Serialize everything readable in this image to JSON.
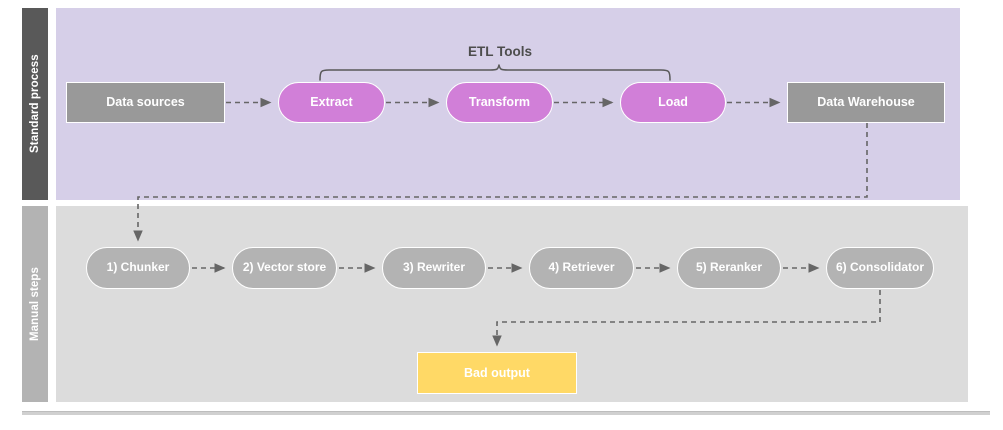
{
  "diagram": {
    "title": "ETL and manual RAG pipeline swimlane diagram",
    "colors": {
      "lane_standard_band": "#d6cfe8",
      "lane_standard_tab": "#595959",
      "lane_manual_band": "#dcdcdc",
      "lane_manual_tab": "#b3b3b3",
      "node_gray_rect": "#999999",
      "node_pink_pill": "#d17fd8",
      "node_gray_pill": "#b3b3b3",
      "node_yellow_rect": "#ffd966",
      "connector": "#666666",
      "bracket": "#595959",
      "node_text": "#ffffff",
      "label_text": "#4d4d4d"
    },
    "lanes": [
      {
        "id": "standard",
        "label": "Standard process"
      },
      {
        "id": "manual",
        "label": "Manual steps"
      }
    ],
    "annotations": {
      "bracket_label": "ETL Tools"
    },
    "nodes": {
      "standard": [
        {
          "id": "data-sources",
          "label": "Data sources",
          "shape": "rect",
          "fill": "#999999"
        },
        {
          "id": "extract",
          "label": "Extract",
          "shape": "pill",
          "fill": "#d17fd8"
        },
        {
          "id": "transform",
          "label": "Transform",
          "shape": "pill",
          "fill": "#d17fd8"
        },
        {
          "id": "load",
          "label": "Load",
          "shape": "pill",
          "fill": "#d17fd8"
        },
        {
          "id": "data-warehouse",
          "label": "Data Warehouse",
          "shape": "rect",
          "fill": "#999999"
        }
      ],
      "manual": [
        {
          "id": "chunker",
          "label": "1) Chunker",
          "shape": "pill",
          "fill": "#b3b3b3"
        },
        {
          "id": "vector-store",
          "label": "2) Vector store",
          "shape": "pill",
          "fill": "#b3b3b3"
        },
        {
          "id": "rewriter",
          "label": "3) Rewriter",
          "shape": "pill",
          "fill": "#b3b3b3"
        },
        {
          "id": "retriever",
          "label": "4) Retriever",
          "shape": "pill",
          "fill": "#b3b3b3"
        },
        {
          "id": "reranker",
          "label": "5) Reranker",
          "shape": "pill",
          "fill": "#b3b3b3"
        },
        {
          "id": "consolidator",
          "label": "6) Consolidator",
          "shape": "pill",
          "fill": "#b3b3b3"
        }
      ],
      "output": [
        {
          "id": "bad-output",
          "label": "Bad output",
          "shape": "rect",
          "fill": "#ffd966"
        }
      ]
    },
    "edges": [
      {
        "from": "data-sources",
        "to": "extract",
        "style": "dashed",
        "arrow": true
      },
      {
        "from": "extract",
        "to": "transform",
        "style": "dashed",
        "arrow": true
      },
      {
        "from": "transform",
        "to": "load",
        "style": "dashed",
        "arrow": true
      },
      {
        "from": "load",
        "to": "data-warehouse",
        "style": "dashed",
        "arrow": true
      },
      {
        "from": "data-warehouse",
        "to": "chunker",
        "style": "dashed",
        "arrow": true
      },
      {
        "from": "chunker",
        "to": "vector-store",
        "style": "dashed",
        "arrow": true
      },
      {
        "from": "vector-store",
        "to": "rewriter",
        "style": "dashed",
        "arrow": true
      },
      {
        "from": "rewriter",
        "to": "retriever",
        "style": "dashed",
        "arrow": true
      },
      {
        "from": "retriever",
        "to": "reranker",
        "style": "dashed",
        "arrow": true
      },
      {
        "from": "reranker",
        "to": "consolidator",
        "style": "dashed",
        "arrow": true
      },
      {
        "from": "consolidator",
        "to": "bad-output",
        "style": "dashed",
        "arrow": true
      }
    ]
  }
}
